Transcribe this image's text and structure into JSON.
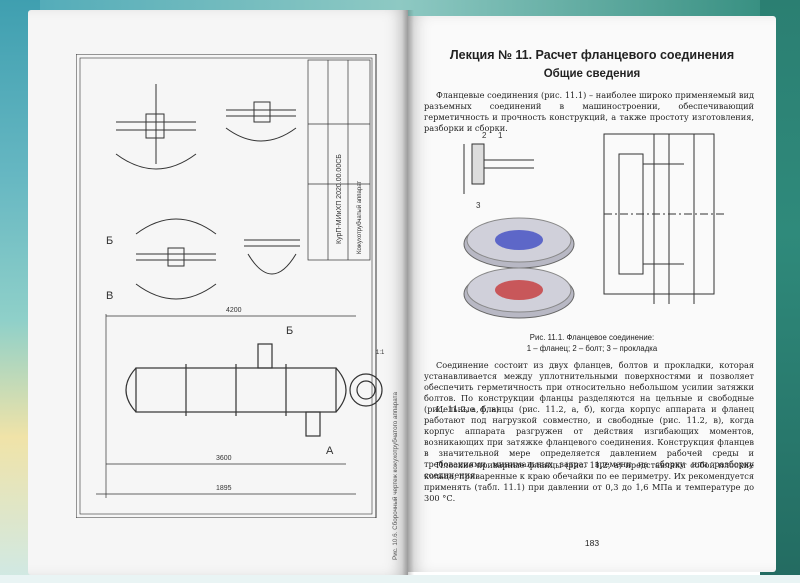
{
  "left_page": {
    "drawing_caption": "Рис. 10.6. Сборочный чертеж кожухотрубчатого аппарата",
    "dimension_labels": [
      "Б",
      "А",
      "В",
      "Б",
      "1:1",
      "4200",
      "1895",
      "3600"
    ],
    "title_block": [
      "КурП-МИиХП 2020.00.00СБ",
      "Кожухотрубчатый аппарат"
    ]
  },
  "right_page": {
    "title": "Лекция № 11. Расчет фланцевого соединения",
    "subtitle": "Общие сведения",
    "paragraph1": "Фланцевые соединения (рис. 11.1) – наиболее широко применяемый вид разъемных соединений в машиностроении, обеспечивающий герметичность и прочность конструкций, а также простоту изготовления, разборки и сборки.",
    "figure_labels": [
      "2",
      "1",
      "3"
    ],
    "figure_caption_line1": "Рис. 11.1. Фланцевое соединение:",
    "figure_caption_line2": "1 – фланец; 2 – болт; 3 – прокладка",
    "paragraph2": "Соединение состоит из двух фланцев, болтов и прокладки, которая устанавливается между уплотнительными поверхностями и позволяет обеспечить герметичность при относительно небольшом усилии затяжки болтов. По конструкции фланцы разделяются на цельные и свободные (рис. 11.2, а, б, в).",
    "paragraph3": "Цельные фланцы (рис. 11.2, а, б), когда корпус аппарата и фланец работают под нагрузкой совместно, и свободные (рис. 11.2, в), когда корпус аппарата разгружен от действия изгибающих моментов, возникающих при затяжке фланцевого соединения. Конструкция фланцев в значительной мере определяется давлением рабочей среды и требованиями минимальных затрат времени на сборку или разборку соединения.",
    "paragraph4": "Плоские приварные фланцы (рис. 11.2, а) представляют собой плоские кольца, приваренные к краю обечайки по ее периметру. Их рекомендуется применять (табл. 11.1) при давлении от 0,3 до 1,6 МПа и температуре до 300 °С.",
    "page_number": "183"
  },
  "colors": {
    "cover_teal": "#2f8a7b",
    "cover_light": "#8fd0c9",
    "flange_blue": "#5d67c8",
    "flange_red": "#c8575a"
  }
}
